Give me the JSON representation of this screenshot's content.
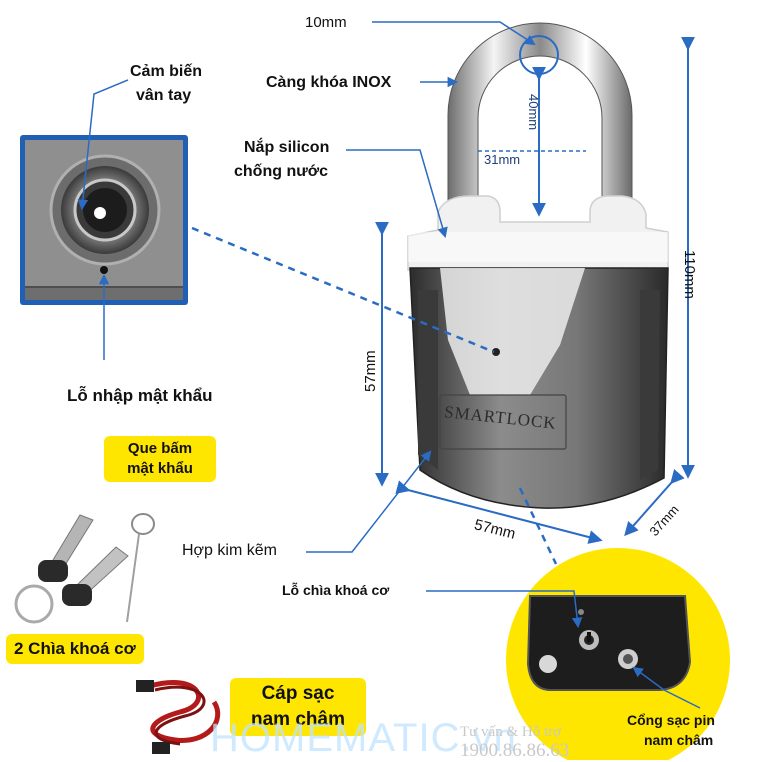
{
  "labels": {
    "sensor_line1": "Cảm biến",
    "sensor_line2": "vân tay",
    "shackle_size": "10mm",
    "shackle_material": "Càng khóa  INOX",
    "cover_line1": "Nắp silicon",
    "cover_line2": "chống nước",
    "code_hole": "Lỗ nhập mật khẩu",
    "zinc_alloy": "Hợp kim kẽm",
    "key_hole": "Lỗ chìa khoá cơ",
    "port_line1": "Cổng sạc pin",
    "port_line2": "nam châm"
  },
  "dimensions": {
    "shackle_height": "40mm",
    "shackle_width": "31mm",
    "body_height": "57mm",
    "total_height": "110mm",
    "body_width": "57mm",
    "depth": "37mm"
  },
  "badges": {
    "pin_line1": "Que bấm",
    "pin_line2": "mật khẩu",
    "keys": "2 Chìa khoá cơ",
    "cable_line1": "Cáp sạc",
    "cable_line2": "nam châm"
  },
  "lock_engraving": "SMARTLOCK",
  "watermark": {
    "brand": "HOMEMATIC.vn",
    "support": "Tư vấn & Hỗ trợ",
    "phone": "1900.86.86.63"
  },
  "colors": {
    "accent_blue": "#2a6bc4",
    "badge_yellow": "#ffe600",
    "inset_border": "#1f5fb4"
  }
}
